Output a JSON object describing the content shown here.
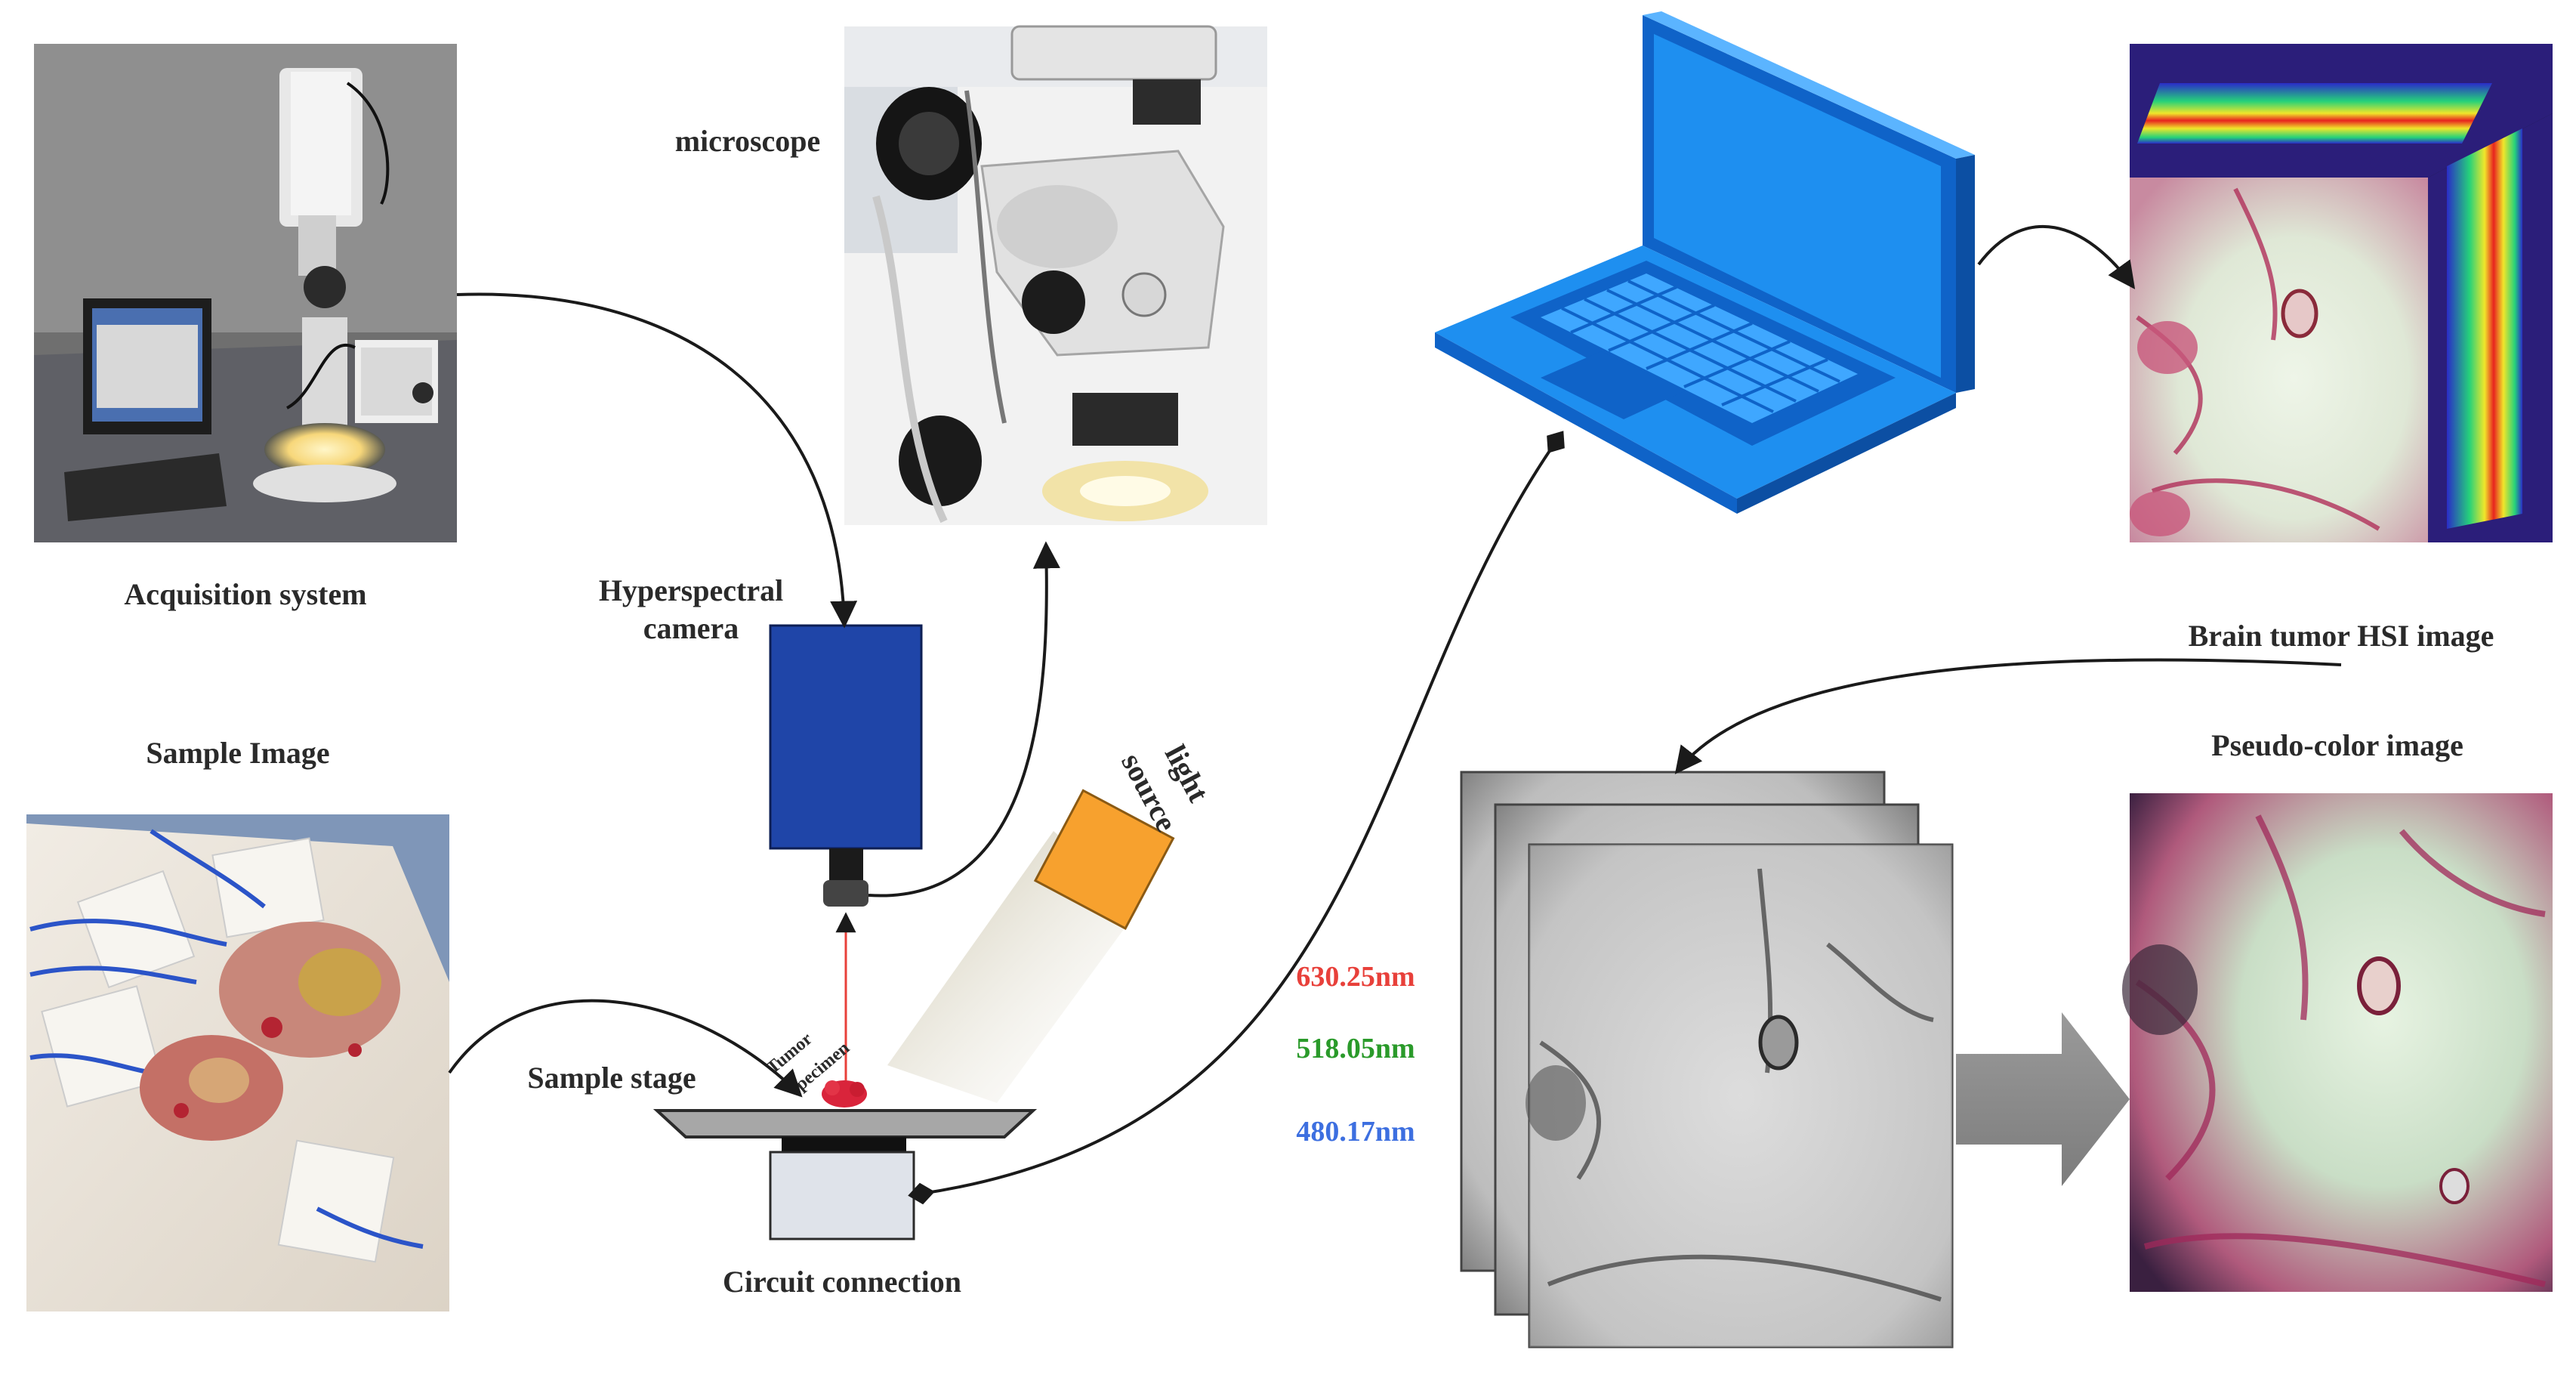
{
  "labels": {
    "acquisition_system": "Acquisition system",
    "microscope": "microscope",
    "hyperspectral_camera_line1": "Hyperspectral",
    "hyperspectral_camera_line2": "camera",
    "sample_image": "Sample Image",
    "light_source_line1": "light",
    "light_source_line2": "source",
    "tumor_specimen_line1": "Tumor",
    "tumor_specimen_line2": "specimen",
    "sample_stage": "Sample stage",
    "circuit_connection": "Circuit connection",
    "brain_tumor_hsi": "Brain tumor  HSI image",
    "pseudo_color": "Pseudo-color image"
  },
  "wavelengths": [
    {
      "text": "630.25nm",
      "color": "#e8403a"
    },
    {
      "text": "518.05nm",
      "color": "#2a9a2a"
    },
    {
      "text": "480.17nm",
      "color": "#3d6fe0"
    }
  ],
  "colors": {
    "camera_blue": "#1f45a8",
    "light_orange": "#f7a12e",
    "laptop_blue": "#1e8ff0",
    "laptop_dark": "#0f63c8",
    "arrow_gray": "#888888",
    "specimen_red": "#d9243b"
  }
}
